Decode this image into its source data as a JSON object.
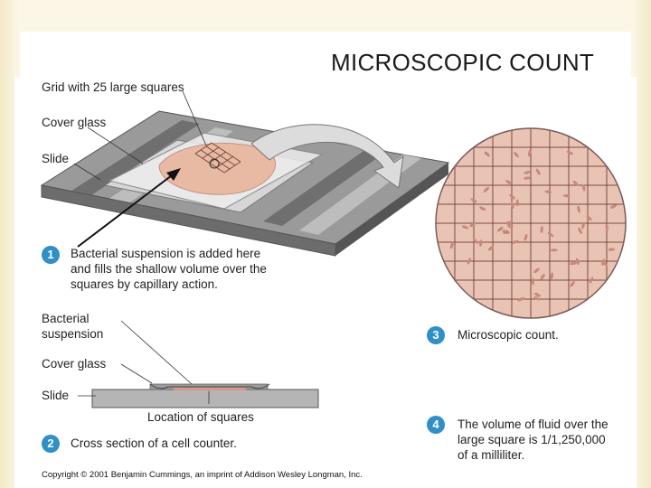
{
  "title": "MICROSCOPIC COUNT",
  "labels": {
    "grid": "Grid with 25 large squares",
    "cover_glass_top": "Cover glass",
    "slide_top": "Slide",
    "bacterial_suspension": [
      "Bacterial",
      "suspension"
    ],
    "cover_glass_bottom": "Cover glass",
    "slide_bottom": "Slide",
    "location_of_squares": "Location of squares"
  },
  "steps": [
    {
      "number": "1",
      "lines": [
        "Bacterial suspension is added here",
        "and fills the shallow volume over the",
        "squares by capillary action."
      ]
    },
    {
      "number": "2",
      "lines": [
        "Cross section of a cell counter."
      ]
    },
    {
      "number": "3",
      "lines": [
        "Microscopic count."
      ]
    },
    {
      "number": "4",
      "lines": [
        "The volume of fluid over the",
        "large square is 1/1,250,000",
        "of a milliliter."
      ]
    }
  ],
  "copyright": "Copyright © 2001 Benjamin Cummings, an imprint of Addison Wesley Longman, Inc.",
  "colors": {
    "accent": "#2f8fc6",
    "slide_gray": "#8c8c8c",
    "suspension_pink": "#e8b9a3",
    "cell_color": "#c7897b"
  }
}
